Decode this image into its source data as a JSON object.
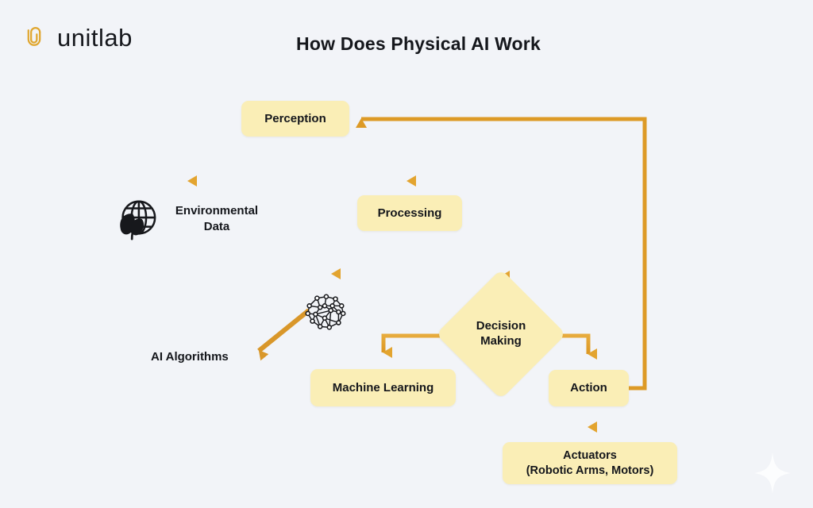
{
  "brand": {
    "name": "unitlab",
    "logo_icon": "unitlab-spiral-logo",
    "logo_color": "#e0a62e"
  },
  "header": {
    "title": "How Does Physical AI Work"
  },
  "theme": {
    "background": "#f2f4f8",
    "node_fill": "#faeeb6",
    "connector": "#dd9a26",
    "connector_light": "#e8ae46",
    "text": "#14161b"
  },
  "diagram": {
    "type": "flowchart",
    "nodes": [
      {
        "id": "perception",
        "label": "Perception",
        "shape": "rounded-rect"
      },
      {
        "id": "environmental_data",
        "label": "Environmental\nData",
        "shape": "label",
        "icon": "globe-plant-icon"
      },
      {
        "id": "processing",
        "label": "Processing",
        "shape": "rounded-rect"
      },
      {
        "id": "ai_algorithms",
        "label": "AI Algorithms",
        "shape": "label",
        "icon": "neural-brain-icon"
      },
      {
        "id": "decision_making",
        "label": "Decision\nMaking",
        "shape": "diamond"
      },
      {
        "id": "machine_learning",
        "label": "Machine Learning",
        "shape": "rounded-rect"
      },
      {
        "id": "action",
        "label": "Action",
        "shape": "rounded-rect"
      },
      {
        "id": "actuators",
        "label": "Actuators\n(Robotic Arms, Motors)",
        "shape": "rounded-rect"
      }
    ],
    "node_labels": {
      "perception": "Perception",
      "environmental_line1": "Environmental",
      "environmental_line2": "Data",
      "processing": "Processing",
      "ai_algorithms": "AI Algorithms",
      "decision_line1": "Decision",
      "decision_line2": "Making",
      "machine_learning": "Machine Learning",
      "action": "Action",
      "actuators_line1": "Actuators",
      "actuators_line2": "(Robotic Arms, Motors)"
    },
    "edges": [
      {
        "from": "perception",
        "to": "environmental_data",
        "style": "elbow-split"
      },
      {
        "from": "perception",
        "to": "processing",
        "style": "elbow-split"
      },
      {
        "from": "processing",
        "to": "ai_algorithms",
        "style": "elbow-split"
      },
      {
        "from": "processing",
        "to": "decision_making",
        "style": "elbow-split"
      },
      {
        "from": "decision_making",
        "to": "machine_learning",
        "style": "elbow"
      },
      {
        "from": "decision_making",
        "to": "action",
        "style": "elbow"
      },
      {
        "from": "action",
        "to": "actuators",
        "style": "straight"
      },
      {
        "from": "action",
        "to": "perception",
        "style": "feedback-loop"
      }
    ]
  },
  "decorations": {
    "sparkle_icon": "four-point-star"
  }
}
